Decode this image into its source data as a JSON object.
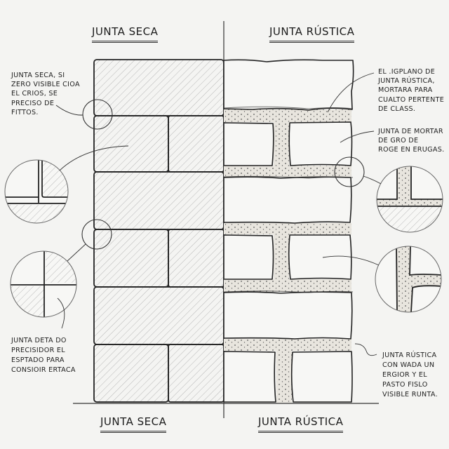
{
  "titles": {
    "top_left": "JUNTA SECA",
    "top_right": "JUNTA RÚSTICA",
    "bottom_left": "JUNTA SECA",
    "bottom_right": "JUNTA RÚSTICA"
  },
  "annotations": {
    "dry_top": [
      "JUNTA SECA, SI",
      "ZERO VISIBLE CIOA",
      "EL CRIOS, SE",
      "PRECISO DE",
      "FITTOS."
    ],
    "dry_bottom": [
      "JUNTA DETA DO",
      "PRECISIDOR EL",
      "ESPTADO PARA",
      "CONSIOIR ERTACA"
    ],
    "rustic_top": [
      "EL .IGPLANO DE",
      "JUNTA RÚSTICA,",
      "MORTARA PARA",
      "CUALTO PERTENTE",
      "DE CLASS."
    ],
    "rustic_middle": [
      "JUNTA DE MORTAR",
      "DE GRO DE",
      "ROGE EN ERUGAS."
    ],
    "rustic_bottom": [
      "JUNTA RÚSTICA",
      "CON WADA UN",
      "ERGIOR Y EL",
      "PASTO FISLO",
      "VISIBLE RUNTA."
    ]
  },
  "colors": {
    "paper": "#f4f4f2",
    "ink": "#222222",
    "hatch": "#9a9a9a",
    "mortar": "#e6e3dc"
  }
}
